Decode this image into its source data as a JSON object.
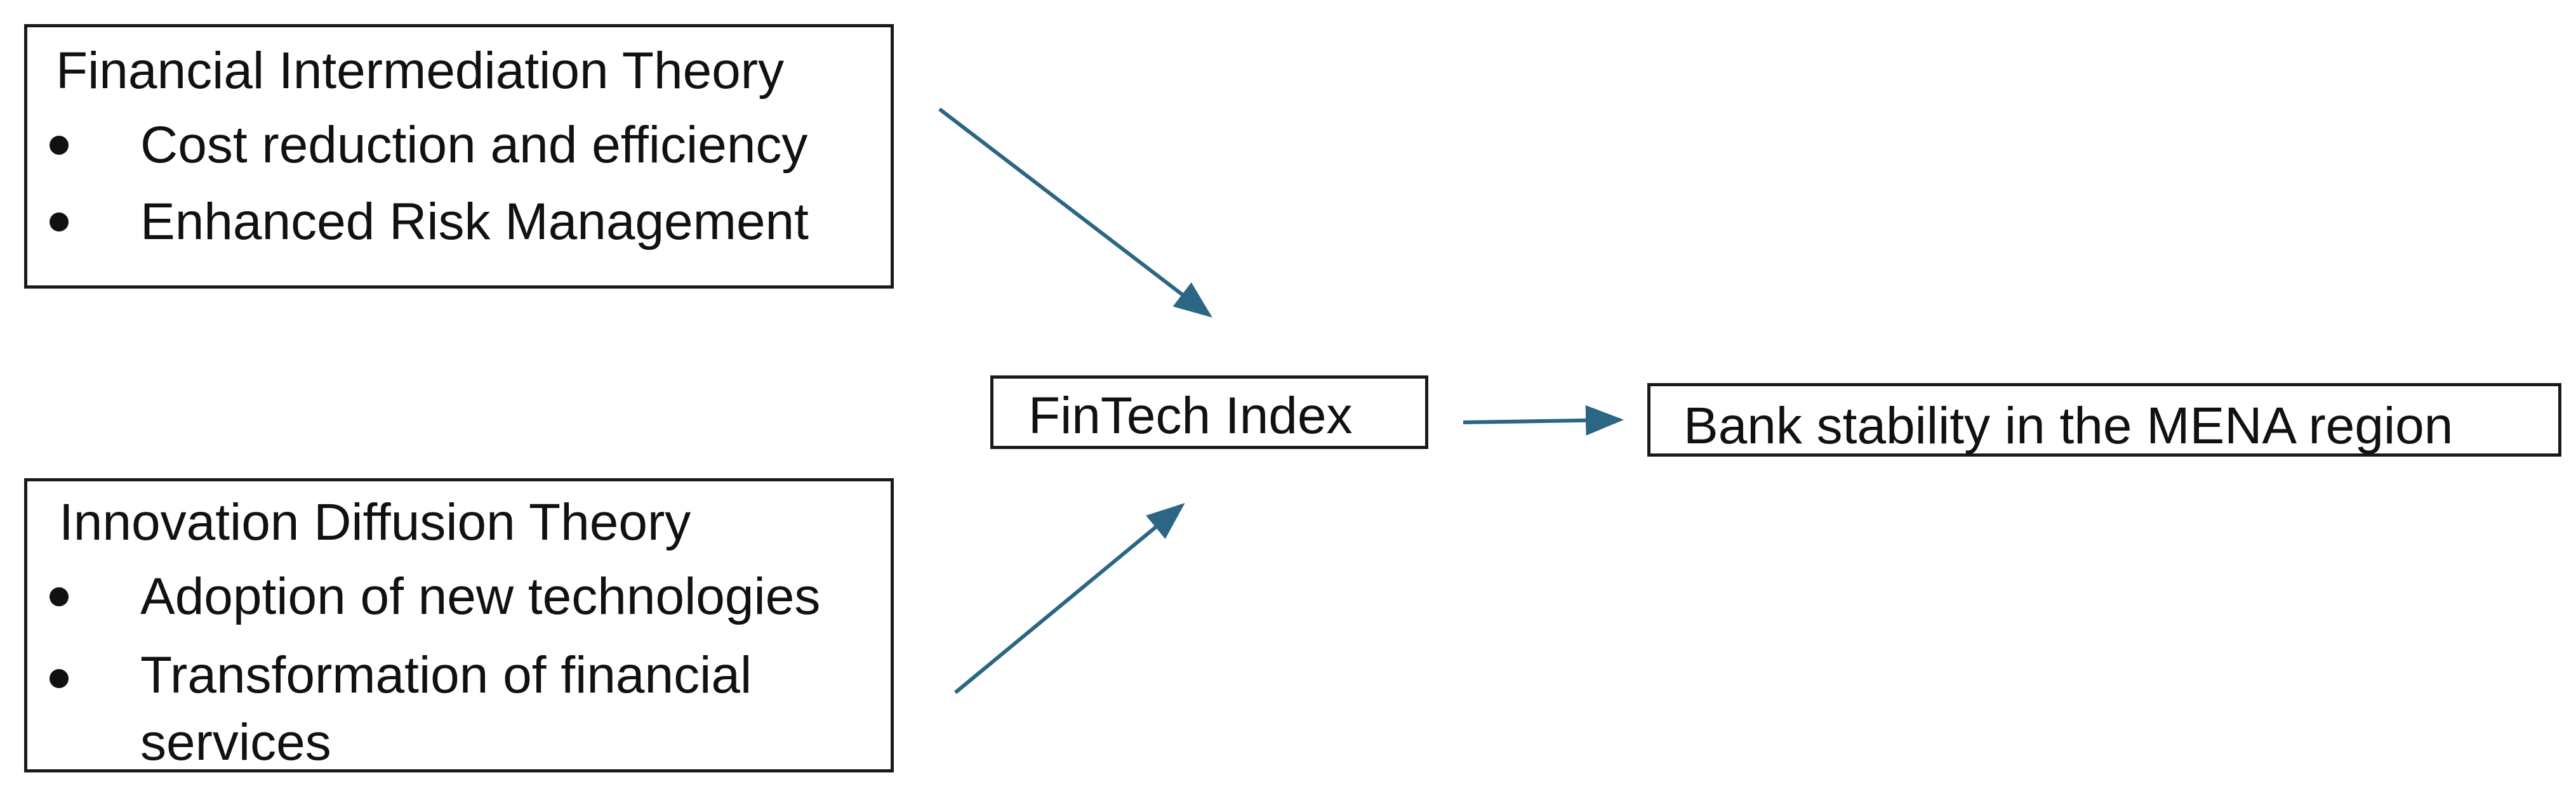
{
  "diagram": {
    "financial_intermediation": {
      "title": "Financial Intermediation Theory",
      "bullets": [
        "Cost reduction and efficiency",
        "Enhanced Risk Management"
      ]
    },
    "innovation_diffusion": {
      "title": "Innovation Diffusion Theory",
      "bullets": [
        "Adoption of new technologies",
        "Transformation of financial services"
      ]
    },
    "fintech_index": {
      "label": "FinTech Index"
    },
    "bank_stability": {
      "label": "Bank stability in the MENA region"
    },
    "colors": {
      "arrow": "#2b6684",
      "border": "#1a1a1a",
      "text": "#111111"
    }
  }
}
